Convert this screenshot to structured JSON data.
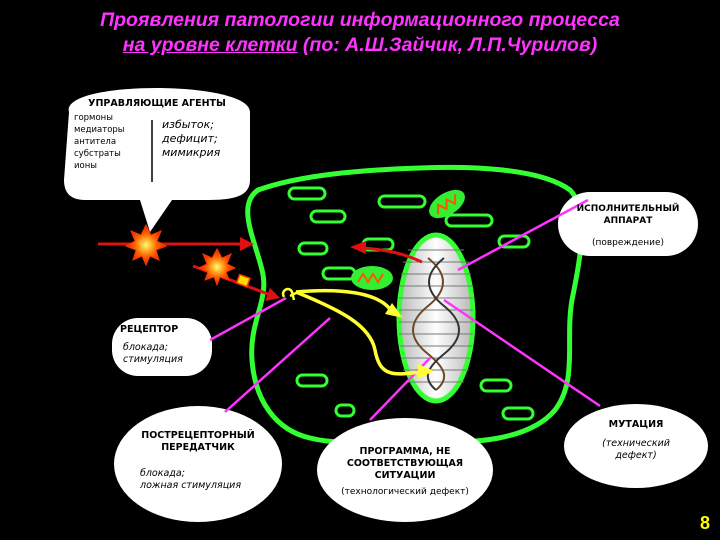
{
  "title": {
    "line1": "Проявления патологии информационного процесса",
    "line2_underlined": "на уровне клетки",
    "line2_rest": " (по: А.Ш.Зайчик, Л.П.Чурилов)"
  },
  "agents": {
    "heading": "УПРАВЛЯЮЩИЕ АГЕНТЫ",
    "items": [
      "гормоны",
      "медиаторы",
      "антитела",
      "субстраты",
      "ионы"
    ],
    "disorders": [
      "избыток;",
      "дефицит;",
      "мимикрия"
    ]
  },
  "executor": {
    "heading": "ИСПОЛНИТЕЛЬНЫЙ АППАРАТ",
    "note": "(повреждение)"
  },
  "receptor": {
    "heading": "РЕЦЕПТОР",
    "notes": [
      "блокада;",
      "стимуляция"
    ]
  },
  "transmitter": {
    "heading": "ПОСТРЕЦЕПТОРНЫЙ ПЕРЕДАТЧИК",
    "notes": [
      "блокада;",
      "ложная стимуляция"
    ]
  },
  "program": {
    "heading": "ПРОГРАММА, НЕ СООТВЕТСТВУЮЩАЯ СИТУАЦИИ",
    "note": "(технологический дефект)"
  },
  "mutation": {
    "heading": "МУТАЦИЯ",
    "note": "(технический дефект)"
  },
  "page_number": "8",
  "colors": {
    "background": "#000000",
    "title": "#ff33ff",
    "cell_membrane": "#33ff33",
    "callout": "#ffffff",
    "callout_line": "#ff33ff",
    "agent": "#ff4400",
    "signal": "#ffff33",
    "nucleus": "#e0e0e0",
    "page_number": "#ffff00"
  }
}
